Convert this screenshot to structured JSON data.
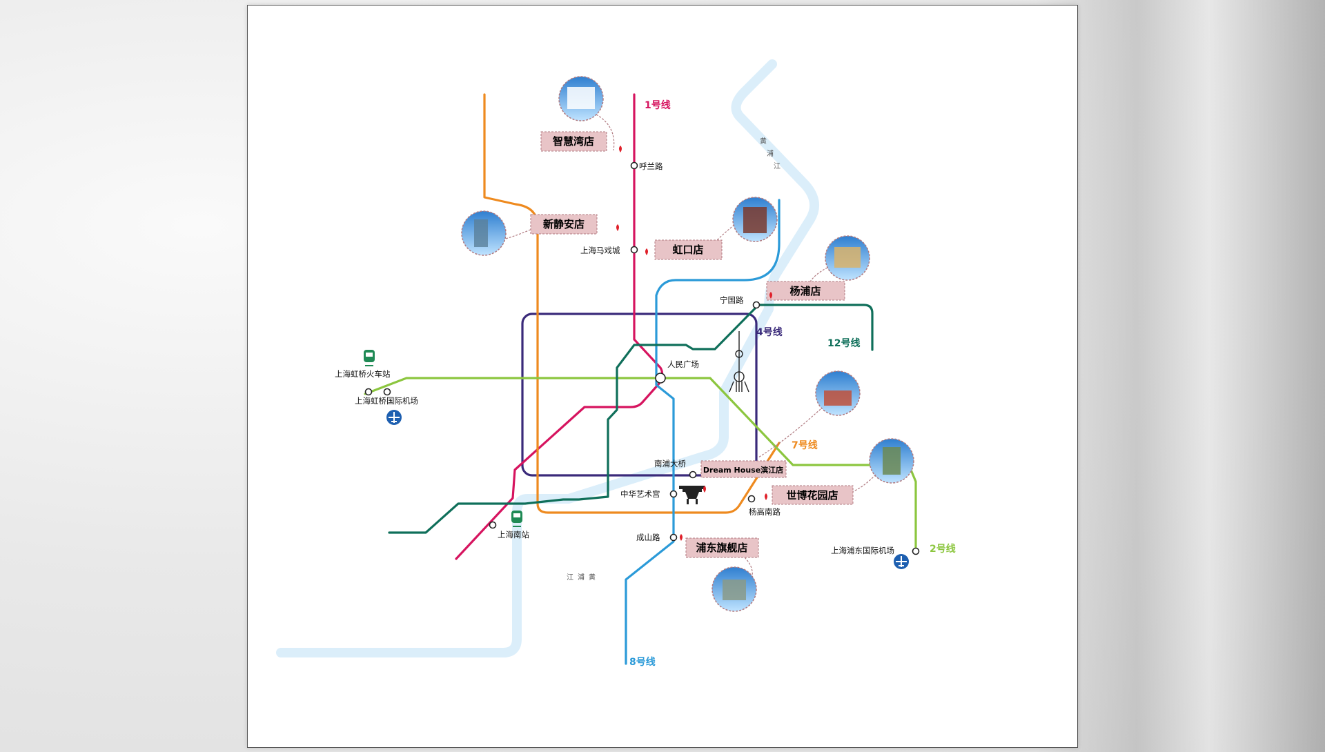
{
  "lines": {
    "l1": {
      "label": "1号线",
      "color": "#d6145f"
    },
    "l2": {
      "label": "2号线",
      "color": "#8cc63f"
    },
    "l4": {
      "label": "4号线",
      "color": "#3a2a7a"
    },
    "l7": {
      "label": "7号线",
      "color": "#ee8a1f"
    },
    "l8": {
      "label": "8号线",
      "color": "#2b9ad8"
    },
    "l12": {
      "label": "12号线",
      "color": "#0f6f5a"
    },
    "l3": {
      "color": "#0f6f5a"
    }
  },
  "river": {
    "color": "#dbeefa",
    "label_chars_a": [
      "黄",
      "浦",
      "江"
    ],
    "label_chars_b": [
      "黄",
      "浦",
      "江"
    ]
  },
  "stations": {
    "hulan": "呼兰路",
    "circus": "上海马戏城",
    "ningguo": "宁国路",
    "peoples_square": "人民广场",
    "hongqiao_rail": "上海虹桥火车站",
    "hongqiao_airport": "上海虹桥国际机场",
    "nanpu_bridge": "南浦大桥",
    "china_art": "中华艺术宫",
    "yanggao_south": "杨高南路",
    "chengshan": "成山路",
    "south_station": "上海南站",
    "pudong_airport": "上海浦东国际机场"
  },
  "stores": {
    "zhihuiwan": "智慧湾店",
    "xinjingan": "新静安店",
    "hongkou": "虹口店",
    "yangpu": "杨浦店",
    "dreamhouse": "Dream House滨江店",
    "shibo": "世博花园店",
    "pudong": "浦东旗舰店"
  },
  "icons": {
    "train": "train-icon",
    "airport": "airplane-icon",
    "pin": "location-pin-icon",
    "tower": "oriental-pearl-tower-icon",
    "pavilion": "china-pavilion-icon"
  },
  "colors": {
    "store_label_bg": "#e8c4c7",
    "store_label_border": "#b07a80",
    "pin": "#e0202a",
    "airport_badge": "#1d5fb0",
    "train_badge": "#1f8a55"
  }
}
